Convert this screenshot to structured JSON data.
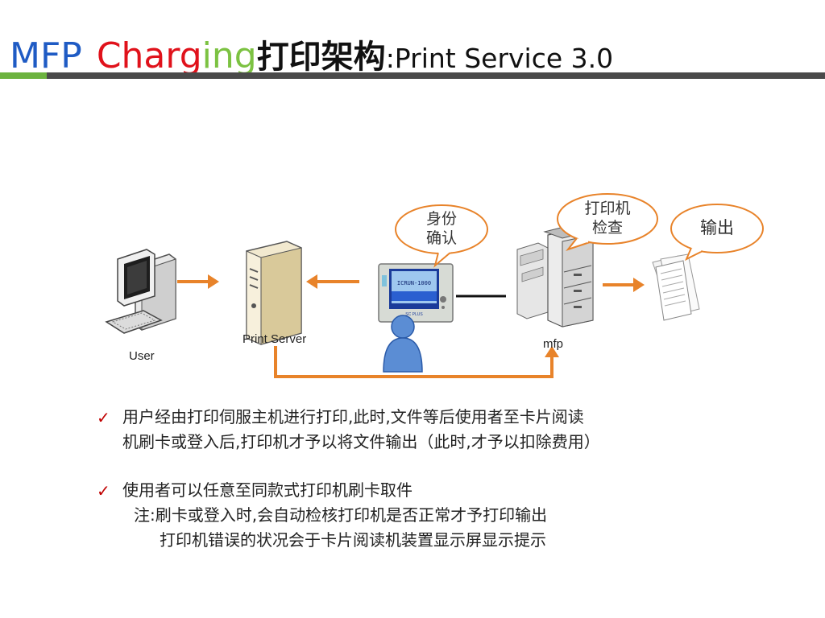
{
  "title": {
    "mfp": "MFP",
    "charg": "Charg",
    "ing": "ing",
    "cn": "打印架构",
    "en": ":Print Service 3.0"
  },
  "diagram": {
    "labels": {
      "user": "User",
      "print_server": "Print Server",
      "mfp": "mfp"
    },
    "bubbles": {
      "identity": [
        "身份",
        "确认"
      ],
      "check": [
        "打印机",
        "检查"
      ],
      "output": "输出"
    },
    "card_reader_screen": [
      "ICRUN-1000"
    ],
    "card_reader_brand": "SC PLUS"
  },
  "bullets": [
    {
      "lines": [
        "用户经由打印伺服主机进行打印,此时,文件等后使用者至卡片阅读",
        "机刷卡或登入后,打印机才予以将文件输出（此时,才予以扣除费用）"
      ]
    },
    {
      "lines": [
        "使用者可以任意至同款式打印机刷卡取件",
        "注:刷卡或登入时,会自动检核打印机是否正常才予打印输出",
        "打印机错误的状况会于卡片阅读机装置显示屏显示提示"
      ]
    }
  ],
  "colors": {
    "arrow": "#e8832a",
    "bubble_border": "#e8832a",
    "title_blue": "#1f5bc4",
    "title_red": "#e0121b",
    "title_green": "#7cc242",
    "check": "#c00000"
  }
}
